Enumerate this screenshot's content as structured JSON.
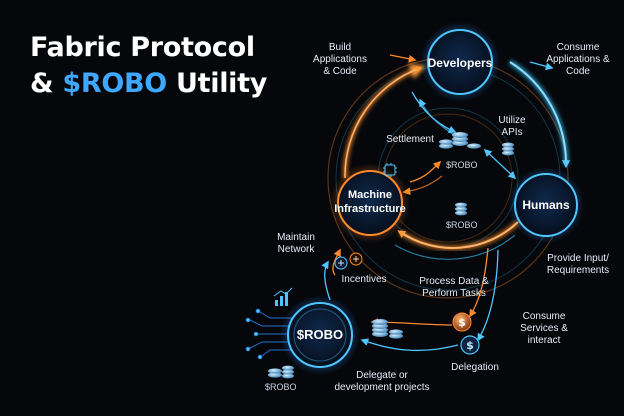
{
  "title": {
    "line1": "Fabric Protocol",
    "line2_prefix": "& ",
    "line2_accent": "$ROBO",
    "line2_suffix": " Utility"
  },
  "nodes": {
    "developers": "Developers",
    "machine_infrastructure": "Machine\nInfrastructure",
    "humans": "Humans",
    "robo": "$ROBO"
  },
  "edge_labels": {
    "build": "Build\nApplications\n& Code",
    "consume_apps": "Consume\nApplications &\nCode",
    "settlement": "Settlement",
    "utilize_apis": "Utilize\nAPIs",
    "maintain_network": "Maintain\nNetwork",
    "incentives": "Incentives",
    "process_data": "Process Data &\nPerform Tasks",
    "provide_input": "Provide Input/\nRequirements",
    "consume_services": "Consume\nServices &\ninteract",
    "delegation": "Delegation",
    "delegate_projects": "Delegate or\ndevelopment projects"
  },
  "coin_labels": {
    "center_top": "$ROBO",
    "center_mid": "$ROBO",
    "bottom_left": "$ROBO"
  },
  "icons": [
    "coin-stack-icon",
    "dollar-coin-icon",
    "chip-icon",
    "bar-chart-icon",
    "plus-icon"
  ],
  "colors": {
    "accent": "#3ea8ff",
    "orange": "#ff8a2a",
    "cyan": "#39c6ff",
    "background": "#05070b"
  }
}
